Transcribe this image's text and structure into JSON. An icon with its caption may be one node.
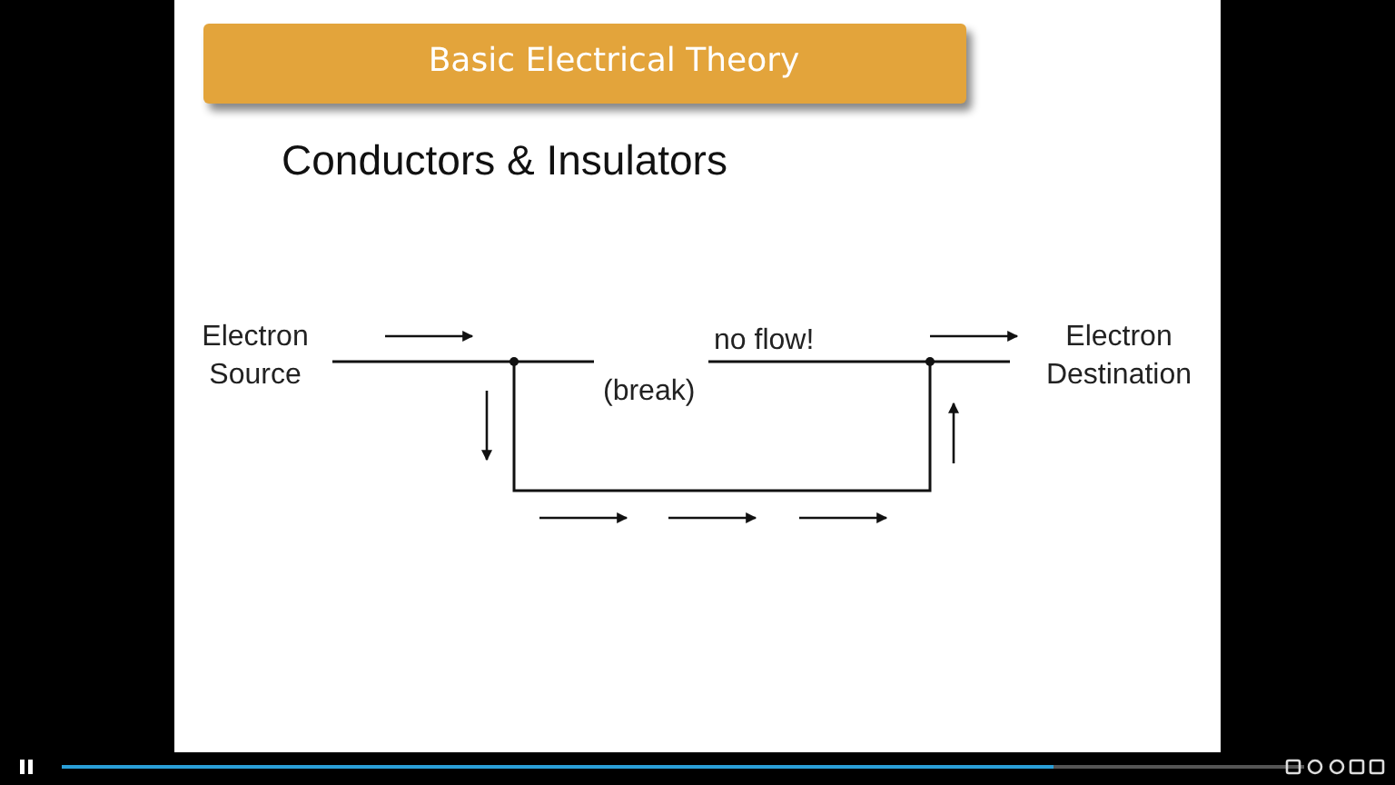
{
  "diagram": {
    "title": "Basic Electrical Theory",
    "nodes": [
      {
        "text": [
          "Electron Source"
        ]
      },
      {
        "text": [
          "Electron Destination"
        ]
      }
    ],
    "edges": [
      {
        "from": 0,
        "to": 1,
        "arrow": "none"
      }
    ],
    "labels": [
      "Conductors & Insulators",
      "no flow!",
      "(break)"
    ]
  }
}
